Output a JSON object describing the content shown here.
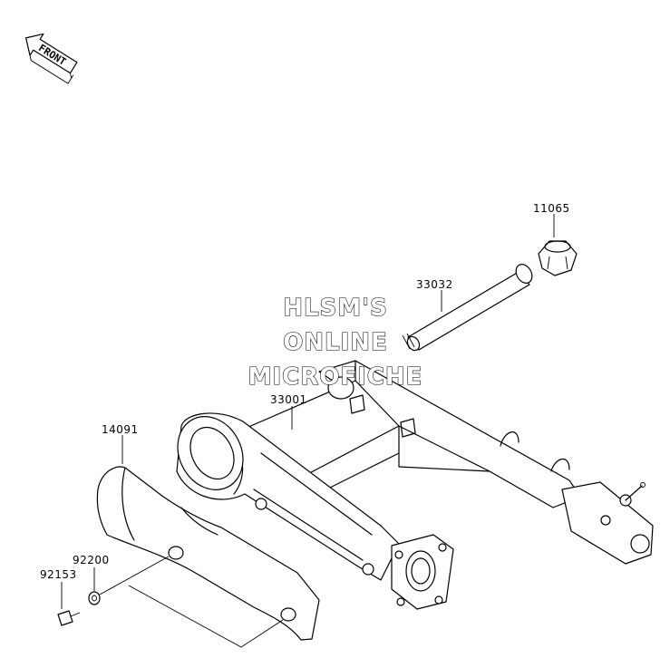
{
  "direction_indicator": {
    "text": "FRONT"
  },
  "watermark": {
    "lines": [
      "HLSM'S",
      "ONLINE",
      "MICROFICHE"
    ]
  },
  "parts": [
    {
      "number": "11065"
    },
    {
      "number": "33032"
    },
    {
      "number": "33001"
    },
    {
      "number": "14091"
    },
    {
      "number": "92200"
    },
    {
      "number": "92153"
    }
  ]
}
